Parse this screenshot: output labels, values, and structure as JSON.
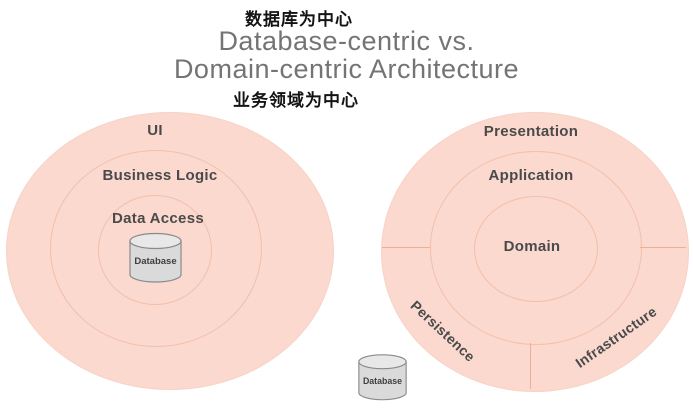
{
  "header": {
    "zh_top": "数据库为中心",
    "title_line1": "Database-centric vs.",
    "title_line2": "Domain-centric Architecture",
    "zh_bottom": "业务领域为中心"
  },
  "colors": {
    "ring_fill": "#fbd9cf",
    "ring_stroke": "#f3bfa8",
    "ring_stroke_faint": "#f8d2c5",
    "divider": "#ecb09a",
    "label_text": "#4a4a4a",
    "title_text": "#747474",
    "zh_text": "#141414",
    "cylinder_fill": "#dadada",
    "cylinder_top": "#e8e8e8",
    "cylinder_stroke": "#8a8a8a"
  },
  "left_diagram": {
    "name": "Database-centric",
    "rings": [
      {
        "label": "UI"
      },
      {
        "label": "Business Logic"
      },
      {
        "label": "Data Access"
      }
    ],
    "database_label": "Database"
  },
  "right_diagram": {
    "name": "Domain-centric",
    "rings": [
      {
        "label": "Presentation"
      },
      {
        "label": "Application"
      },
      {
        "label": "Domain"
      }
    ],
    "outer_segments": [
      {
        "label": "Persistence"
      },
      {
        "label": "Infrastructure"
      }
    ],
    "database_label": "Database"
  }
}
